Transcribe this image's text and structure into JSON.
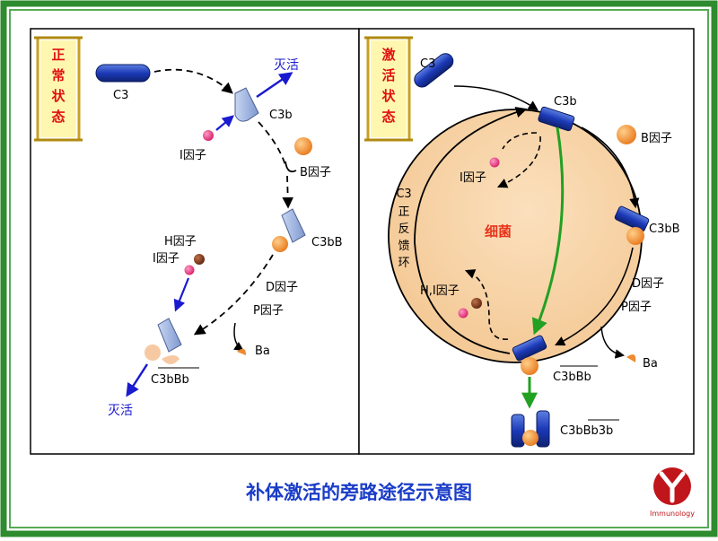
{
  "caption": "补体激活的旁路途径示意图",
  "logo_text": "Immunology",
  "left_panel": {
    "scroll_label": [
      "正",
      "常",
      "状",
      "态"
    ],
    "c3": "C3",
    "c3b": "C3b",
    "inactivate_top": "灭活",
    "factor_i": "I因子",
    "factor_b": "B因子",
    "c3bB": "C3bB",
    "factor_h": "H因子",
    "factor_i2": "I因子",
    "factor_d": "D因子",
    "factor_p": "P因子",
    "ba": "Ba",
    "c3bBb": "C3bBb",
    "inactivate_bottom": "灭活"
  },
  "right_panel": {
    "scroll_label": [
      "激",
      "活",
      "状",
      "态"
    ],
    "c3": "C3",
    "c3b": "C3b",
    "factor_b": "B因子",
    "factor_i": "I因子",
    "feedback_label": [
      "C3",
      "正",
      "反",
      "馈",
      "环"
    ],
    "bacteria": "细菌",
    "c3bB": "C3bB",
    "factor_d": "D因子",
    "factor_p": "P因子",
    "factor_hi": "H,I因子",
    "c3bBb": "C3bBb",
    "ba": "Ba",
    "c3bBb3b": "C3bBb3b"
  },
  "colors": {
    "frame_green": "#2e8b2e",
    "frame_inner": "#55aa55",
    "blue_arrow": "#1a1ad0",
    "green_arrow": "#22a022",
    "caption_blue": "#1a3cc8",
    "scroll_text": "#e01010",
    "scroll_fill": "#fff7b0",
    "bacteria_fill": "#f7d2a8",
    "c3_blue": "#1c3ab8",
    "c3b_lightblue": "#9db4de",
    "orange": "#ee8a30",
    "pink": "#e0307a",
    "brown": "#7a3418",
    "bacteria_text": "#e8341a",
    "logo_red": "#c0151b"
  }
}
